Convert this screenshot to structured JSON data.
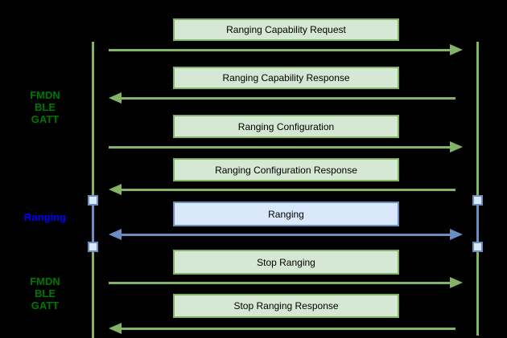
{
  "side_labels": [
    {
      "lines": [
        "FMDN",
        "BLE",
        "GATT"
      ],
      "color": "#007700"
    },
    {
      "lines": [
        "Ranging"
      ],
      "color": "#0000ff"
    },
    {
      "lines": [
        "FMDN",
        "BLE",
        "GATT"
      ],
      "color": "#007700"
    }
  ],
  "messages": [
    {
      "label": "Ranging Capability Request",
      "direction": "right",
      "style": "green"
    },
    {
      "label": "Ranging Capability Response",
      "direction": "left",
      "style": "green"
    },
    {
      "label": "Ranging Configuration",
      "direction": "right",
      "style": "green"
    },
    {
      "label": "Ranging Configuration Response",
      "direction": "left",
      "style": "green"
    },
    {
      "label": "Ranging",
      "direction": "both",
      "style": "blue"
    },
    {
      "label": "Stop Ranging",
      "direction": "right",
      "style": "green"
    },
    {
      "label": "Stop Ranging Response",
      "direction": "left",
      "style": "green"
    }
  ],
  "colors": {
    "background": "#000000",
    "green_fill": "#d5e8d4",
    "green_stroke": "#82b366",
    "blue_fill": "#dae8fc",
    "blue_stroke": "#6c8ebf",
    "side_label_green": "#007700",
    "side_label_blue": "#0000ff",
    "box_text": "#000000"
  }
}
